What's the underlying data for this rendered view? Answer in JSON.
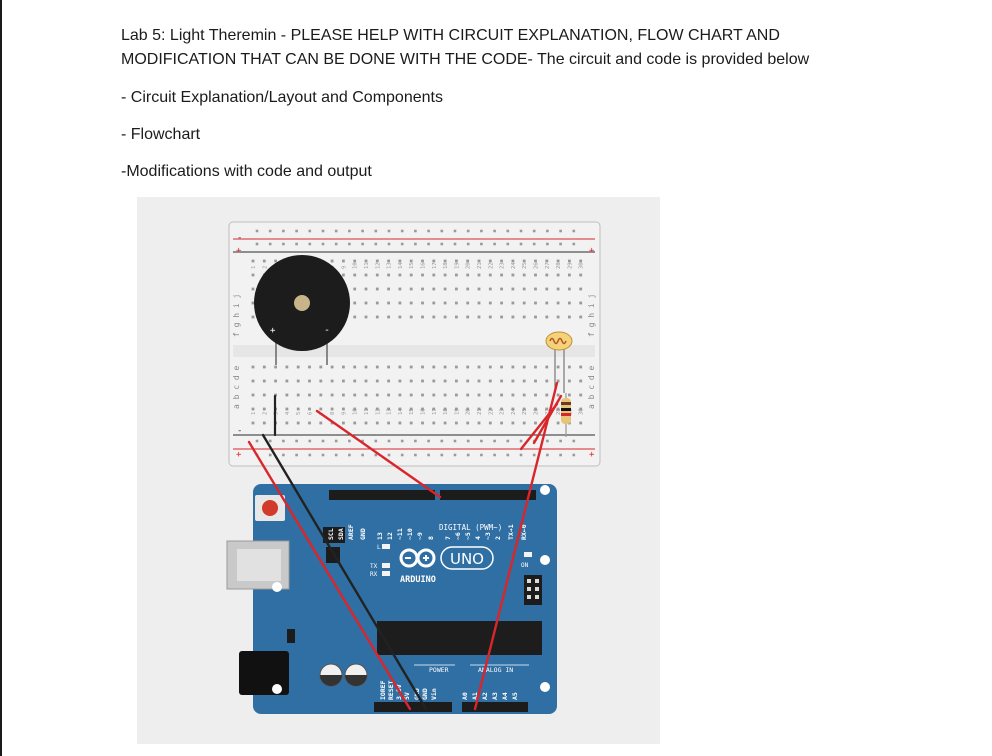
{
  "document": {
    "title_line1": "Lab 5: Light Theremin - PLEASE HELP WITH CIRCUIT EXPLANATION, FLOW CHART AND",
    "title_line2": "MODIFICATION THAT CAN BE DONE WITH THE CODE- The circuit and code is provided below",
    "items": [
      "- Circuit Explanation/Layout and Components",
      "- Flowchart",
      "-Modifications with code and output"
    ]
  },
  "circuit": {
    "breadboard": {
      "row_letters_top": "f g h i j",
      "row_letters_bottom": "a b c d e",
      "rail_plus": "+",
      "rail_minus": "-",
      "column_numbers": [
        "1",
        "2",
        "3",
        "4",
        "5",
        "6",
        "7",
        "8",
        "9",
        "10",
        "11",
        "12",
        "13",
        "14",
        "15",
        "16",
        "17",
        "18",
        "19",
        "20",
        "21",
        "22",
        "23",
        "24",
        "25",
        "26",
        "27",
        "28",
        "29",
        "30"
      ]
    },
    "piezo": {
      "plus": "+",
      "minus": "-"
    },
    "arduino": {
      "logo_symbol": "∞",
      "model": "UNO",
      "brand": "ARDUINO",
      "digital_label": "DIGITAL (PWM~)",
      "on_label": "ON",
      "tx_label": "TX",
      "rx_label": "RX",
      "l_label": "L",
      "power_label": "POWER",
      "analog_label": "ANALOG IN",
      "top_pins": [
        "SCL",
        "SDA",
        "AREF",
        "GND",
        "13",
        "12",
        "~11",
        "~10",
        "~9",
        "8",
        "7",
        "~6",
        "~5",
        "4",
        "~3",
        "2",
        "TX→1",
        "RX←0"
      ],
      "bottom_pins": [
        "IOREF",
        "RESET",
        "3.3V",
        "5V",
        "GND",
        "GND",
        "Vin",
        "A0",
        "A1",
        "A2",
        "A3",
        "A4",
        "A5"
      ]
    },
    "colors": {
      "board_blue": "#2f6fa3",
      "wire_red": "#d9262b",
      "wire_black": "#222222",
      "breadboard": "#f2f2f2"
    }
  }
}
